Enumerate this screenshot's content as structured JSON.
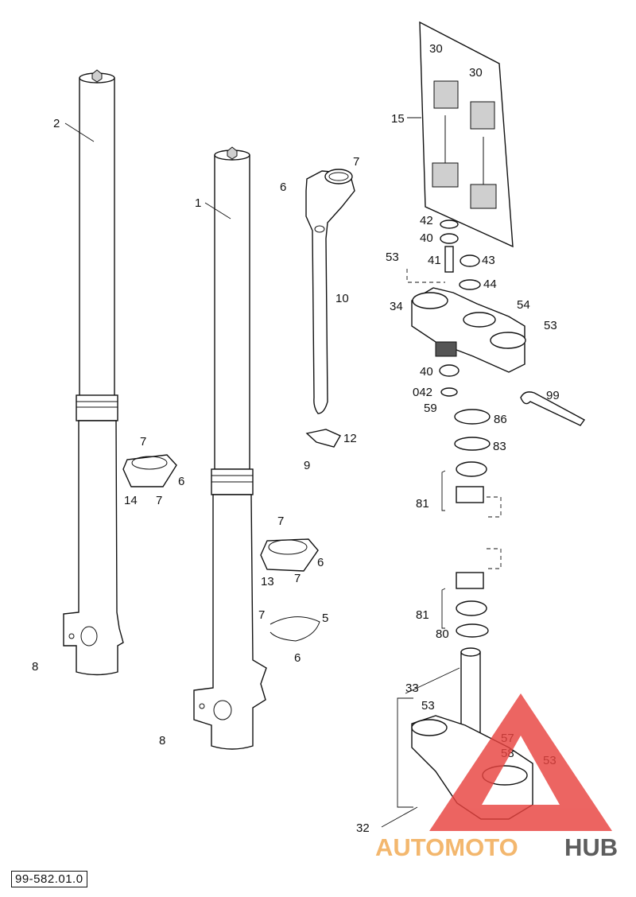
{
  "document_code": "99-582.01.0",
  "watermark": {
    "part1": "AUTOMOTO",
    "part2": "HUB",
    "colors": {
      "red": "#e8433f",
      "orange": "#f1a84f",
      "dark": "#3a3a3a"
    }
  },
  "callouts": {
    "c1": "1",
    "c2": "2",
    "c5": "5",
    "c6a": "6",
    "c6b": "6",
    "c6c": "6",
    "c6d": "6",
    "c7a": "7",
    "c7b": "7",
    "c7c": "7",
    "c7d": "7",
    "c7e": "7",
    "c7f": "7",
    "c8a": "8",
    "c8b": "8",
    "c9": "9",
    "c10": "10",
    "c12": "12",
    "c13": "13",
    "c14": "14",
    "c15": "15",
    "c30a": "30",
    "c30b": "30",
    "c32": "32",
    "c33": "33",
    "c34": "34",
    "c40a": "40",
    "c40b": "40",
    "c41": "41",
    "c42": "42",
    "c042": "042",
    "c43": "43",
    "c44": "44",
    "c53a": "53",
    "c53b": "53",
    "c53c": "53",
    "c53d": "53",
    "c54": "54",
    "c57": "57",
    "c58": "58",
    "c59": "59",
    "c80": "80",
    "c81a": "81",
    "c81b": "81",
    "c83": "83",
    "c86": "86",
    "c99": "99"
  }
}
